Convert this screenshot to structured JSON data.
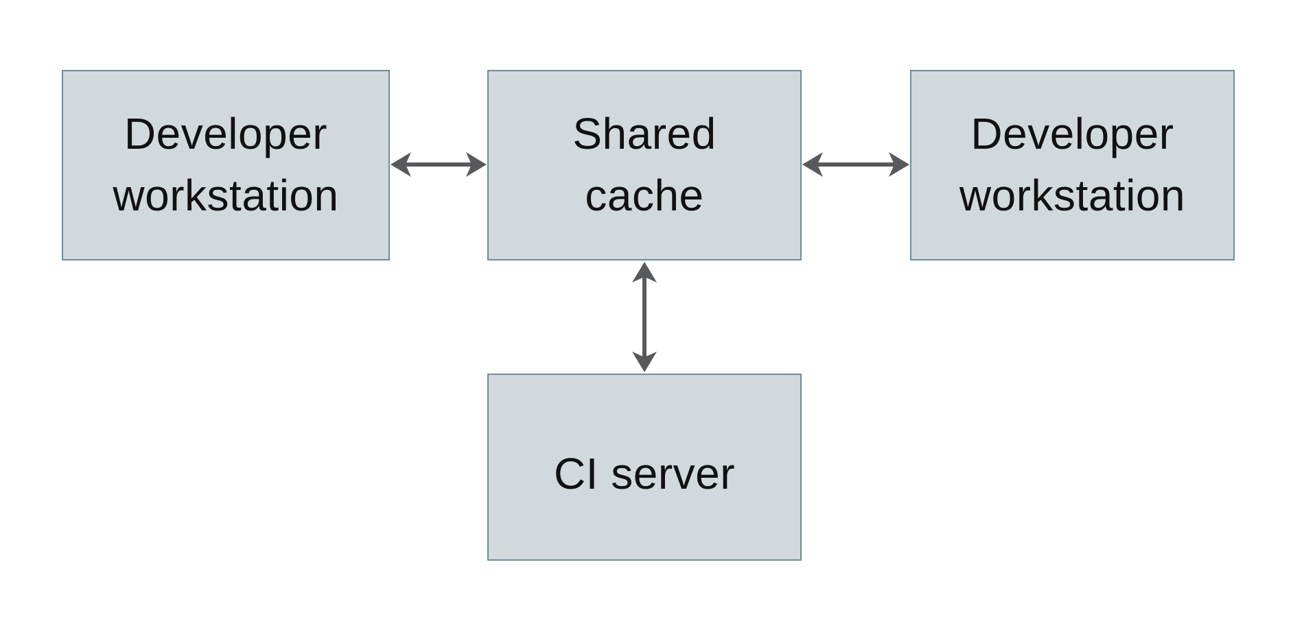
{
  "theme": {
    "background": "#ffffff",
    "box_fill": "#d2d9dc",
    "box_border": "#6e8c9a",
    "arrow_color": "#58595b",
    "text_color": "#111111"
  },
  "nodes": {
    "dev_left": {
      "line1": "Developer",
      "line2": "workstation"
    },
    "shared_cache": {
      "line1": "Shared",
      "line2": "cache"
    },
    "dev_right": {
      "line1": "Developer",
      "line2": "workstation"
    },
    "ci_server": {
      "line1": "CI server"
    }
  },
  "edges": [
    {
      "from": "dev_left",
      "to": "shared_cache",
      "type": "bidirectional"
    },
    {
      "from": "dev_right",
      "to": "shared_cache",
      "type": "bidirectional"
    },
    {
      "from": "ci_server",
      "to": "shared_cache",
      "type": "bidirectional"
    }
  ]
}
